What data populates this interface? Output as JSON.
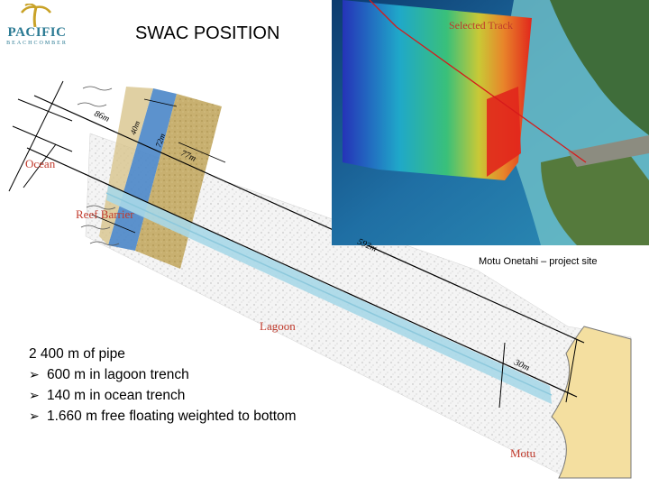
{
  "header": {
    "title": "SWAC POSITION",
    "logo_name": "PACIFIC",
    "logo_sub": "BEACHCOMBER"
  },
  "diagram": {
    "zones": {
      "ocean": "Ocean",
      "reef_barrier": "Reef Barrier",
      "lagoon": "Lagoon",
      "motu": "Motu"
    },
    "measures": {
      "m86": "86m",
      "m40": "40m",
      "m72": "72m",
      "m77": "77m",
      "m592": "592m",
      "m30": "30m"
    },
    "satellite": {
      "selected_track": "Selected Track",
      "site_label": "Motu Onetahi – project site"
    }
  },
  "summary": {
    "heading": "2 400 m of pipe",
    "items": [
      "600 m in lagoon trench",
      "140 m in ocean trench",
      "1.660 m free floating weighted to bottom"
    ]
  },
  "colors": {
    "ocean_stripe": "#4a86c8",
    "reef_sand": "#c8b070",
    "trench": "#a9d8e8",
    "motu_sand": "#f4dfa0",
    "label_red": "#c0392b"
  }
}
